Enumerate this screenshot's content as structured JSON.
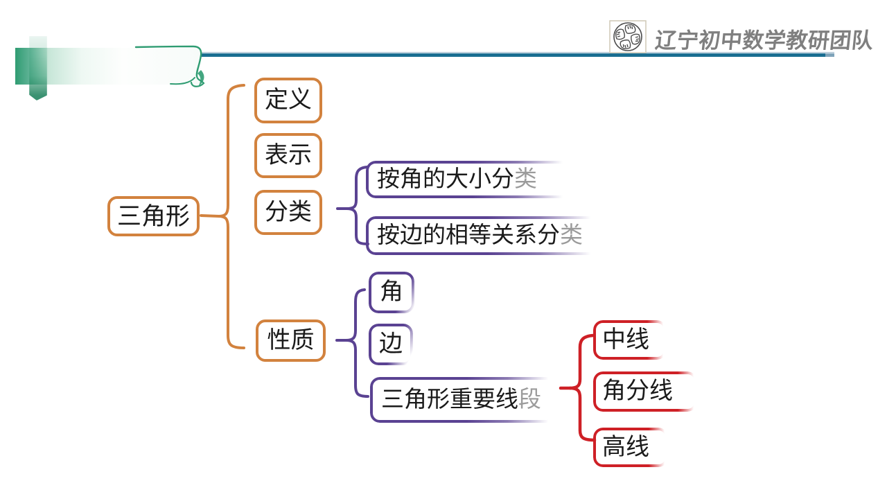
{
  "header": {
    "team_name": "辽宁初中数学教研团队",
    "logo_icon": "four-hands-circle-seal"
  },
  "colors": {
    "orange": "#d2823e",
    "purple": "#5a4292",
    "red": "#ce2026",
    "teal": "#1a6e91",
    "green": "#2f9c72",
    "title_gray": "#7f7f7f",
    "ink": "#1a1a1a",
    "fade_ink": "#9b9b9b"
  },
  "mindmap": {
    "root": {
      "label": "三角形"
    },
    "nodes": {
      "def": {
        "label": "定义"
      },
      "rep": {
        "label": "表示"
      },
      "cls": {
        "label": "分类"
      },
      "cls_by_angle": {
        "label": "按角的大小分",
        "fade": "类"
      },
      "cls_by_side": {
        "label": "按边的相等关系分",
        "fade": "类"
      },
      "prop": {
        "label": "性质"
      },
      "angle": {
        "label": "角"
      },
      "side": {
        "label": "边"
      },
      "segments": {
        "label": "三角形重要线",
        "fade": "段"
      },
      "median": {
        "label": "中线"
      },
      "bisector": {
        "label": "角分线"
      },
      "altitude": {
        "label": "高线"
      }
    }
  }
}
